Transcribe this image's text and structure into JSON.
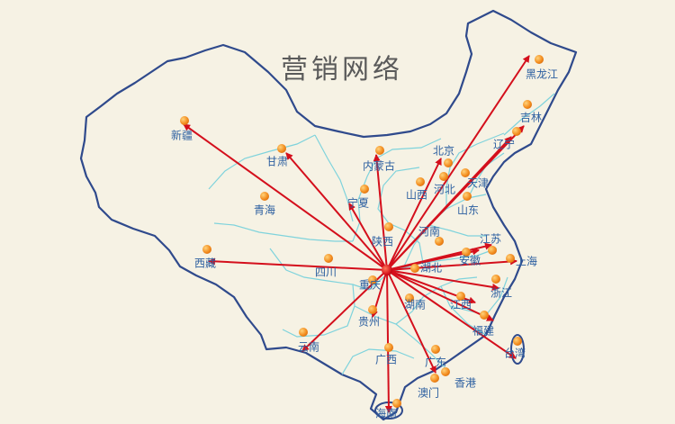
{
  "title": "营销网络",
  "colors": {
    "background": "#f6f2e4",
    "border_outer": "#2f4a8c",
    "border_inner": "#7fd3dc",
    "arrow": "#d40f1c",
    "label": "#2c5fa0",
    "marker": "#f28a1c"
  },
  "hub": "重庆",
  "provinces": [
    {
      "key": "xinjiang",
      "name": "新疆",
      "arrow": true
    },
    {
      "key": "gansu",
      "name": "甘肃",
      "arrow": true
    },
    {
      "key": "qinghai",
      "name": "青海",
      "arrow": false
    },
    {
      "key": "xizang",
      "name": "西藏",
      "arrow": true
    },
    {
      "key": "sichuan",
      "name": "四川",
      "arrow": false
    },
    {
      "key": "neimenggu",
      "name": "内蒙古",
      "arrow": true
    },
    {
      "key": "ningxia",
      "name": "宁夏",
      "arrow": true
    },
    {
      "key": "shaanxi",
      "name": "陕西",
      "arrow": false
    },
    {
      "key": "shanxi",
      "name": "山西",
      "arrow": false
    },
    {
      "key": "beijing",
      "name": "北京",
      "arrow": true
    },
    {
      "key": "hebei",
      "name": "河北",
      "arrow": false
    },
    {
      "key": "tianjin",
      "name": "天津",
      "arrow": false
    },
    {
      "key": "heilongjiang",
      "name": "黑龙江",
      "arrow": true
    },
    {
      "key": "jilin",
      "name": "吉林",
      "arrow": true
    },
    {
      "key": "liaoning",
      "name": "辽宁",
      "arrow": true
    },
    {
      "key": "shandong",
      "name": "山东",
      "arrow": false
    },
    {
      "key": "henan",
      "name": "河南",
      "arrow": false
    },
    {
      "key": "jiangsu",
      "name": "江苏",
      "arrow": true
    },
    {
      "key": "anhui",
      "name": "安徽",
      "arrow": true
    },
    {
      "key": "shanghai",
      "name": "上海",
      "arrow": true
    },
    {
      "key": "hubei",
      "name": "湖北",
      "arrow": false
    },
    {
      "key": "zhejiang",
      "name": "浙江",
      "arrow": true
    },
    {
      "key": "chongqing",
      "name": "重庆",
      "arrow": false
    },
    {
      "key": "hunan",
      "name": "湖南",
      "arrow": false
    },
    {
      "key": "jiangxi",
      "name": "江西",
      "arrow": true
    },
    {
      "key": "fujian",
      "name": "福建",
      "arrow": true
    },
    {
      "key": "taiwan",
      "name": "台湾",
      "arrow": true
    },
    {
      "key": "guizhou",
      "name": "贵州",
      "arrow": true
    },
    {
      "key": "yunnan",
      "name": "云南",
      "arrow": true
    },
    {
      "key": "guangxi",
      "name": "广西",
      "arrow": false
    },
    {
      "key": "guangdong",
      "name": "广东",
      "arrow": true
    },
    {
      "key": "xianggang",
      "name": "香港",
      "arrow": false
    },
    {
      "key": "aomen",
      "name": "澳门",
      "arrow": false
    },
    {
      "key": "hainan",
      "name": "海南",
      "arrow": true
    }
  ]
}
